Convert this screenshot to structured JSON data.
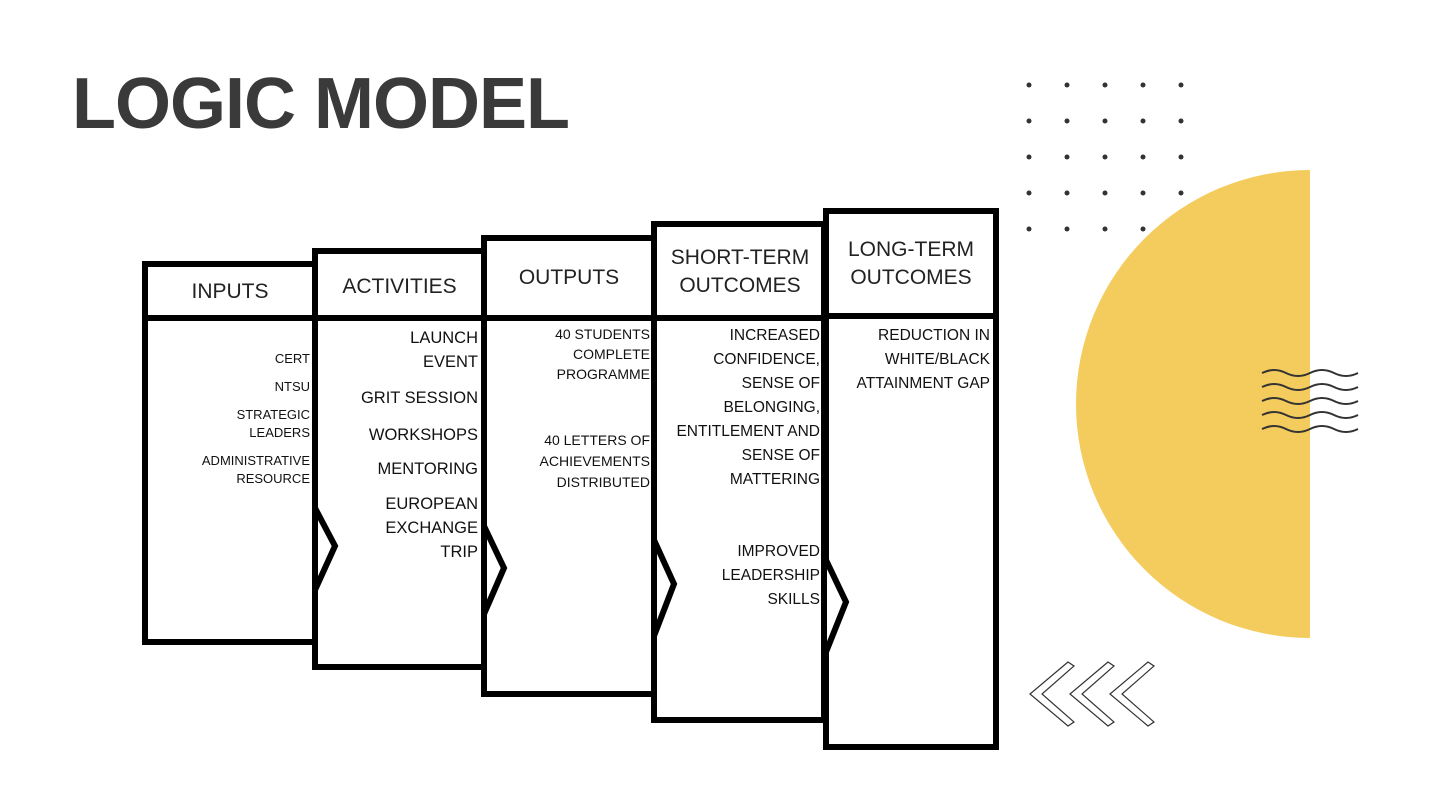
{
  "title": "LOGIC MODEL",
  "columns": [
    {
      "header": "INPUTS",
      "items": [
        "CERT",
        "NTSU",
        "STRATEGIC LEADERS",
        "ADMINISTRATIVE RESOURCE"
      ]
    },
    {
      "header": "ACTIVITIES",
      "items": [
        "LAUNCH EVENT",
        "GRIT SESSION",
        "WORKSHOPS",
        "MENTORING",
        "EUROPEAN EXCHANGE TRIP"
      ]
    },
    {
      "header": "OUTPUTS",
      "items": [
        "40 STUDENTS COMPLETE PROGRAMME",
        "40 LETTERS OF ACHIEVEMENTS DISTRIBUTED"
      ]
    },
    {
      "header": "SHORT-TERM OUTCOMES",
      "items": [
        "INCREASED CONFIDENCE, SENSE OF BELONGING, ENTITLEMENT AND SENSE OF MATTERING",
        "IMPROVED LEADERSHIP SKILLS"
      ]
    },
    {
      "header": "LONG-TERM OUTCOMES",
      "items": [
        "REDUCTION IN WHITE/BLACK ATTAINMENT GAP"
      ]
    }
  ],
  "colors": {
    "accent": "#f4cc5e",
    "stroke": "#000000",
    "title": "#3a3a3a",
    "dots": "#333333"
  },
  "decorations": [
    "dot-grid",
    "half-circle",
    "wavy-lines",
    "chevron-arrows"
  ]
}
